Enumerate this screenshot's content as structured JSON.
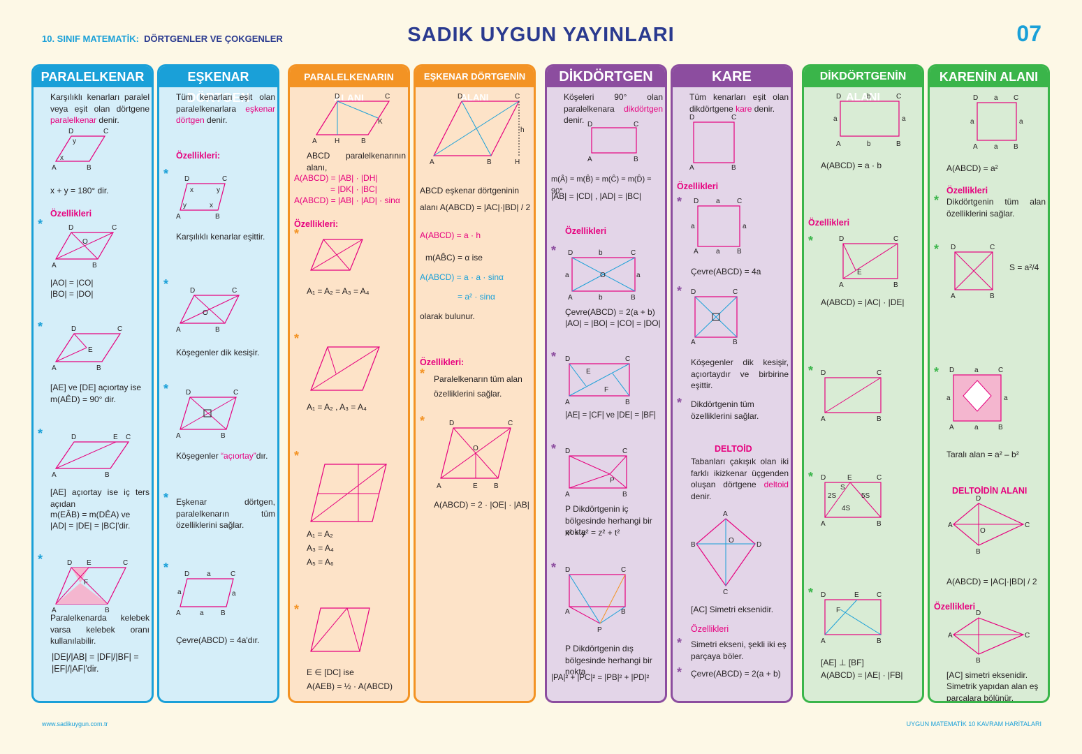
{
  "header": {
    "subject_prefix": "10. SINIF MATEMATİK:",
    "subject": "DÖRTGENLER VE ÇOKGENLER",
    "title": "SADIK  UYGUN  YAYINLARI",
    "page": "07"
  },
  "footer": {
    "website": "www.sadikuygun.com.tr",
    "series": "UYGUN  MATEMATİK 10 KAVRAM HARİTALARI"
  },
  "colors": {
    "c1": "#1aa0d8",
    "c2": "#1aa0d8",
    "c3": "#f39324",
    "c4": "#f39324",
    "c5": "#8c4d9f",
    "c6": "#8c4d9f",
    "c7": "#3ab54a",
    "c8": "#3ab54a",
    "pink": "#e6007e"
  },
  "col1": {
    "title": "PARALELKENAR",
    "def1": "Karşılıklı kenarları paralel veya eşit olan dörtgene",
    "def2": "paralelkenar",
    "def3": "denir.",
    "xy": "x + y = 180° dir.",
    "props": "Özellikleri",
    "p1a": "|AO| = |CO|",
    "p1b": "|BO| = |DO|",
    "p2": "[AE] ve [DE] açıortay ise m(AÊD) = 90° dir.",
    "p3a": "[AE] açıortay ise iç ters açıdan",
    "p3b": "m(EÂB) = m(DÊA) ve",
    "p3c": "|AD| = |DE| = |BC|'dir.",
    "p4": "Paralelkenarda kelebek varsa kelebek oranı kullanılabilir.",
    "p4r": "|DE|/|AB| = |DF|/|BF| = |EF|/|AF|'dir."
  },
  "col2": {
    "title": "EŞKENAR DÖRTGEN",
    "def1": "Tüm kenarları eşit olan paralelkenarlara",
    "def2": "eşkenar dörtgen",
    "def3": "denir.",
    "props": "Özellikleri:",
    "p1": "Karşılıklı kenarlar eşittir.",
    "p2": "Köşegenler dik kesişir.",
    "p3a": "Köşegenler",
    "p3b": "“açıortay”",
    "p3c": "dır.",
    "p4": "Eşkenar dörtgen, paralelkenarın tüm özelliklerini sağlar.",
    "p5": "Çevre(ABCD) = 4a'dır."
  },
  "col3": {
    "title": "PARALELKENARIN ALANI",
    "t1": "ABCD paralelkenarının alanı,",
    "f1": "A(ABCD) = |AB| · |DH|",
    "f2": "= |DK| · |BC|",
    "f3": "A(ABCD) = |AB| · |AD| · sinα",
    "props": "Özellikleri:",
    "r1": "A₁ = A₂ = A₃ = A₄",
    "r2": "A₁ = A₂ ,  A₃ = A₄",
    "r3a": "A₁ = A₂",
    "r3b": "A₃ = A₄",
    "r3c": "A₅ = A₆",
    "r4a": "E ∈ [DC] ise",
    "r4b": "A(AEB) = ½ · A(ABCD)"
  },
  "col4": {
    "title": "EŞKENAR DÖRTGENİN ALANI",
    "t1": "ABCD eşkenar dörtgeninin",
    "t2": "alanı A(ABCD) = |AC|·|BD| / 2",
    "f1": "A(ABCD) = a · h",
    "f2": "m(AB̂C) = α ise",
    "f3": "A(ABCD) = a · a · sinα",
    "f4": "= a² · sinα",
    "t3": "olarak bulunur.",
    "props": "Özellikleri:",
    "p1": "Paralelkenarın tüm alan özelliklerini sağlar.",
    "f5": "A(ABCD) = 2 · |OE| · |AB|"
  },
  "col5": {
    "title": "DİKDÖRTGEN",
    "def1": "Köşeleri 90° olan paralelkenara",
    "def2": "dikdörtgen",
    "def3": "denir.",
    "f1": "m(Â) = m(B̂) = m(Ĉ) = m(D̂) = 90°",
    "f2": "|AB| = |CD| ,  |AD| = |BC|",
    "props": "Özellikleri",
    "p1a": "Çevre(ABCD) = 2(a + b)",
    "p1b": "|AO| = |BO| = |CO| = |DO|",
    "p2": "|AE| = |CF| ve |DE| = |BF|",
    "p3a": "P Dikdörtgenin iç bölgesinde herhangi bir nokta",
    "p3b": "x² + y² = z² + t²",
    "p4a": "P Dikdörtgenin dış bölgesinde herhangi bir nokta",
    "p4b": "|PA|² + |PC|² = |PB|² + |PD|²"
  },
  "col6": {
    "title": "KARE",
    "def1": "Tüm kenarları eşit olan dikdörtgene",
    "def2": "kare",
    "def3": "denir.",
    "props": "Özellikleri",
    "p1": "Çevre(ABCD) = 4a",
    "p2": "Köşegenler dik kesişir, açıortaydır ve birbirine eşittir.",
    "p3": "Dikdörtgenin tüm özelliklerini sağlar.",
    "deltoid": "DELTOİD",
    "ddef1": "Tabanları çakışık olan iki farklı ikizkenar üçgenden oluşan dörtgene",
    "ddef2": "deltoid",
    "ddef3": "denir.",
    "d1": "[AC] Simetri eksenidir.",
    "dprops": "Özellikleri",
    "d2": "Simetri ekseni, şekli iki eş parçaya böler.",
    "d3": "Çevre(ABCD) = 2(a + b)"
  },
  "col7": {
    "title": "DİKDÖRTGENİN ALANI",
    "f1": "A(ABCD) = a · b",
    "props": "Özellikleri",
    "f2": "A(ABCD) = |AC| · |DE|",
    "f3a": "[AE] ⊥ [BF]",
    "f3b": "A(ABCD) = |AE| · |FB|"
  },
  "col8": {
    "title": "KARENİN ALANI",
    "f1": "A(ABCD) = a²",
    "props": "Özellikleri",
    "p1": "Dikdörtgenin tüm alan özelliklerini sağlar.",
    "f2": "S = a²/4",
    "f3": "Taralı alan = a² – b²",
    "deltoid": "DELTOİDİN ALANI",
    "f4": "A(ABCD) = |AC|·|BD| / 2",
    "dprops": "Özellikleri",
    "d1": "[AC] simetri eksenidir.",
    "d2": "Simetrik yapıdan alan eş parçalara bölünür."
  }
}
